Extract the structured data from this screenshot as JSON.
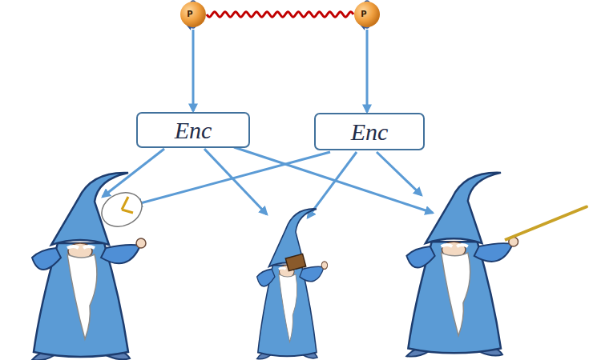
{
  "diagram": {
    "nodes": [
      {
        "text": [
          "P"
        ]
      },
      {
        "text": [
          "P"
        ]
      },
      {
        "text": [
          "Enc"
        ]
      },
      {
        "text": [
          "Enc"
        ]
      }
    ],
    "edges": [
      {
        "from": 0,
        "to": 1,
        "arrow": "none"
      },
      {
        "from": 0,
        "to": 2,
        "arrow": "to"
      },
      {
        "from": 1,
        "to": 3,
        "arrow": "to"
      }
    ]
  }
}
